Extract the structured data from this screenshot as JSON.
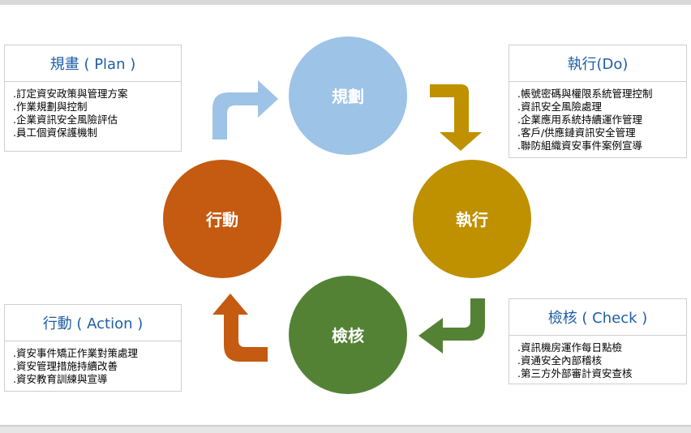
{
  "colors": {
    "plan": "#9dc3e6",
    "do": "#bf9000",
    "check": "#548235",
    "act": "#c55a11",
    "header_text": "#1f5fa5"
  },
  "circles": {
    "plan": "規劃",
    "do": "執行",
    "check": "檢核",
    "act": "行動"
  },
  "boxes": {
    "plan": {
      "title": "規畫 ( Plan )",
      "items": [
        ".訂定資安政策與管理方案",
        ".作業規劃與控制",
        ".企業資訊安全風險評估",
        ".員工個資保護機制"
      ]
    },
    "do": {
      "title": "執行(Do)",
      "items": [
        ".帳號密碼與權限系統管理控制",
        ".資訊安全風險處理",
        ".企業應用系統持續運作管理",
        ".客戶/供應鏈資訊安全管理",
        ".聯防組織資安事件案例宣導"
      ]
    },
    "check": {
      "title": "檢核 ( Check )",
      "items": [
        ".資訊機房運作每日點檢",
        ".資通安全內部稽核",
        ".第三方外部審計資安查核"
      ]
    },
    "act": {
      "title": "行動 ( Action )",
      "items": [
        ".資安事件矯正作業對策處理",
        ".資安管理措施持續改善",
        ".資安教育訓練與宣導"
      ]
    }
  }
}
